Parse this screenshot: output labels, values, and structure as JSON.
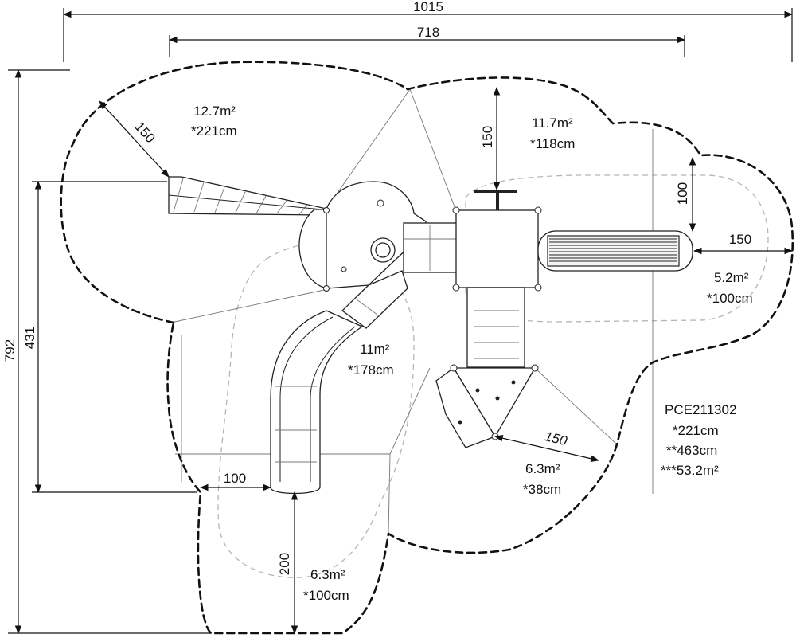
{
  "drawing": {
    "dimensions": {
      "overall_width": "1015",
      "inner_width": "718",
      "overall_height": "792",
      "partial_height": "431",
      "clearance_150_a": "150",
      "clearance_150_b": "150",
      "clearance_150_c": "150",
      "clearance_150_d": "150",
      "clearance_100_a": "100",
      "clearance_100_b": "100",
      "clearance_200": "200"
    },
    "zones": [
      {
        "area": "12.7m²",
        "height": "*221cm"
      },
      {
        "area": "11.7m²",
        "height": "*118cm"
      },
      {
        "area": "5.2m²",
        "height": "*100cm"
      },
      {
        "area": "11m²",
        "height": "*178cm"
      },
      {
        "area": "6.3m²",
        "height": "*38cm"
      },
      {
        "area": "6.3m²",
        "height": "*100cm"
      }
    ],
    "product": {
      "code": "PCE211302",
      "line1": "*221cm",
      "line2": "**463cm",
      "line3": "***53.2m²"
    }
  },
  "colors": {
    "ink": "#111111",
    "hatch": "#c9c9c9",
    "inner_boundary": "#b5b5b5"
  }
}
